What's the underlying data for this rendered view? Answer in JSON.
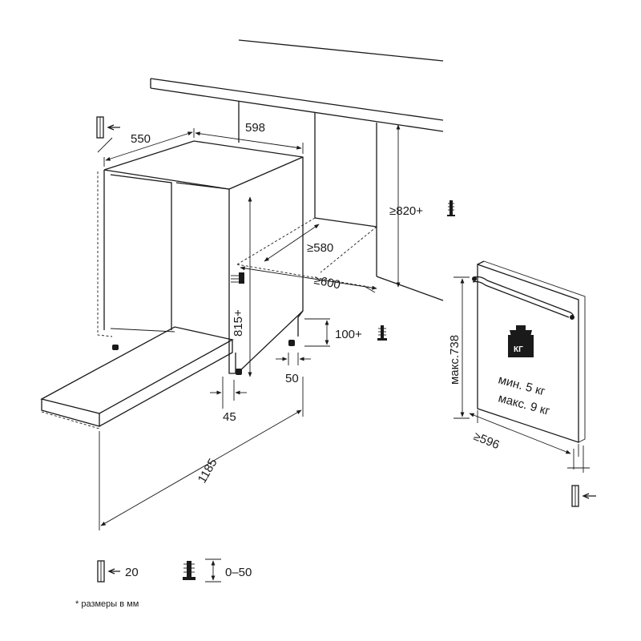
{
  "dimensions": {
    "depth": "550",
    "width": "598",
    "niche_height": "≥820+",
    "niche_depth": "≥580",
    "niche_depth_outer": "≥600",
    "appliance_height": "815+",
    "plinth_height": "100+",
    "plinth_recess": "50",
    "foot_offset": "45",
    "door_open_length": "1185",
    "panel_height": "макс.738",
    "panel_width": "≥596"
  },
  "panel": {
    "weight_badge": "КГ",
    "weight_min": "мин. 5 кг",
    "weight_max": "макс. 9 кг"
  },
  "legend": {
    "gap_value": "20",
    "feet_range": "0–50"
  },
  "footnote": "* размеры в мм"
}
